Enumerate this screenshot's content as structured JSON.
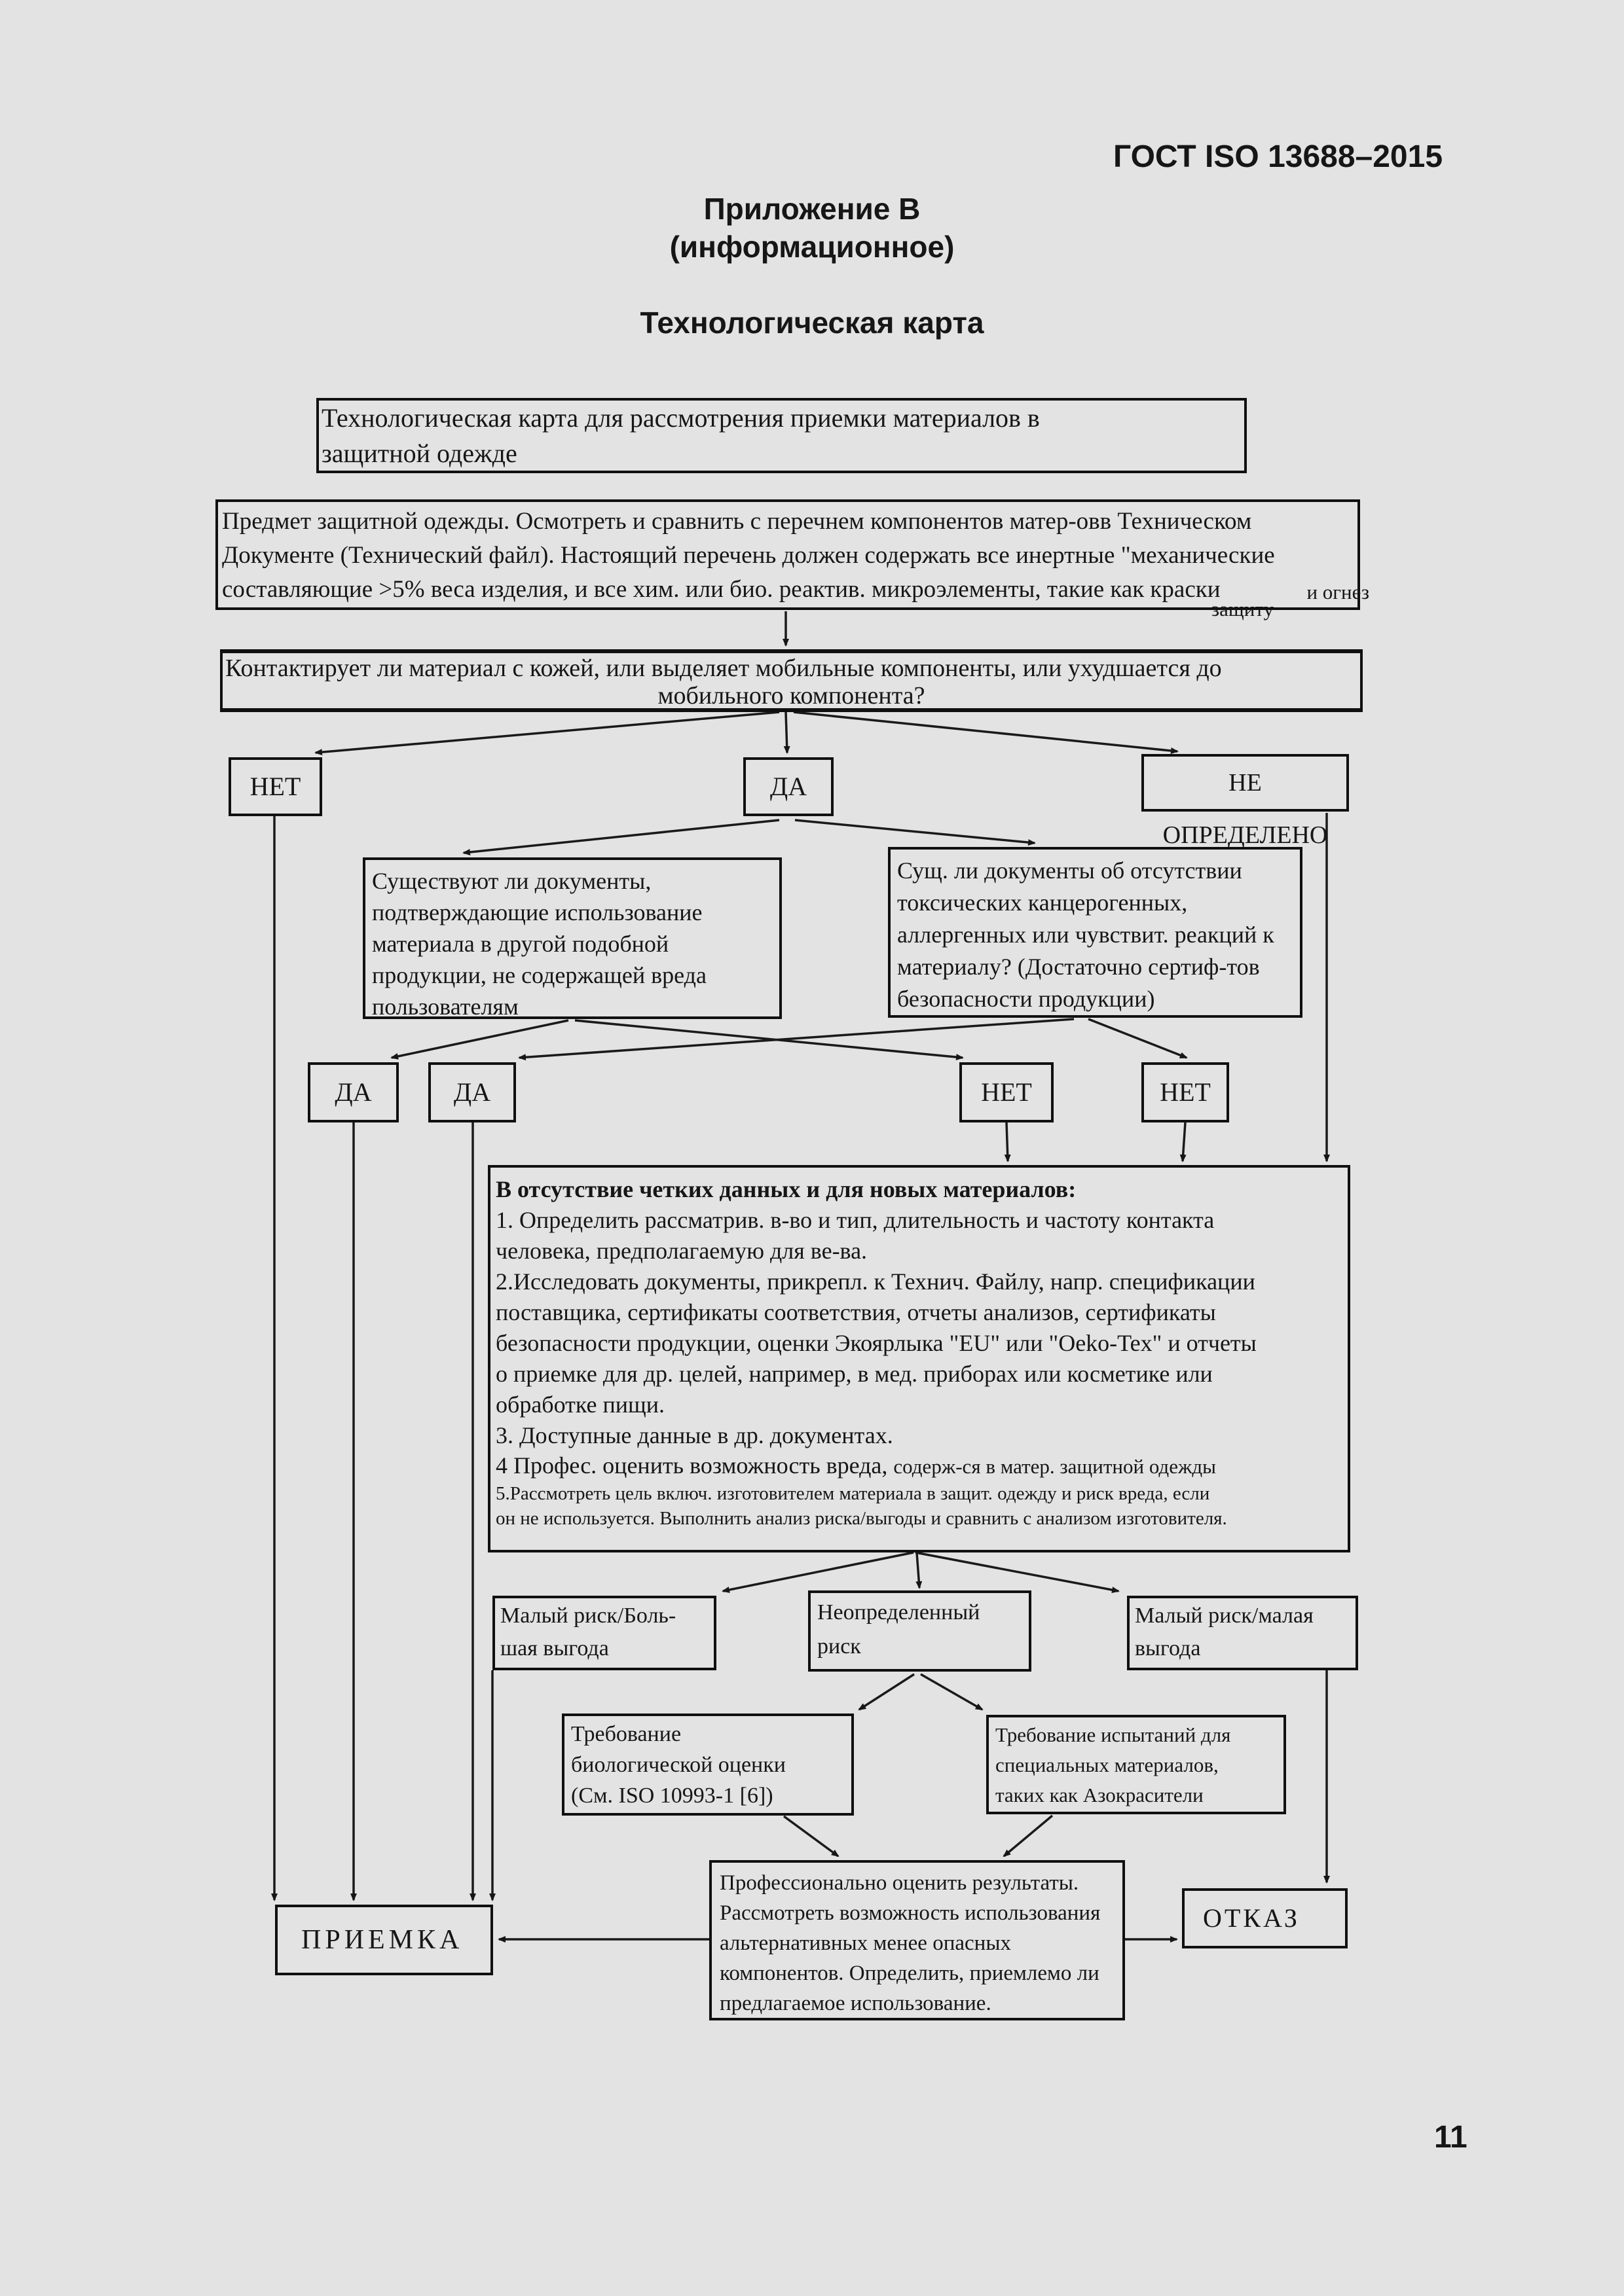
{
  "page": {
    "number": "11",
    "colors": {
      "background": "#e3e3e3",
      "ink": "#161616"
    }
  },
  "header": {
    "standard": "ГОСТ ISO 13688–2015",
    "annex_title": "Приложение В",
    "annex_type": "(информационное)",
    "section_title": "Технологическая карта"
  },
  "flowchart": {
    "title_box": {
      "lines": [
        "Технологическая карта для рассмотрения приемки материалов в",
        "защитной одежде"
      ]
    },
    "scope_box": {
      "lines": [
        "Предмет защитной одежды. Осмотреть и сравнить с перечнем  компонентов матер-овв Техническом",
        "Документе (Технический файл). Настоящий перечень должен содержать все инертные \"механические",
        "составляющие >5% веса изделия, и все хим. или био. реактив. микроэлементы, такие как краски"
      ],
      "overflow_top": "и огнез",
      "overflow_bottom": "защиту"
    },
    "contact_question": {
      "line1": "Контактирует ли материал с кожей, или выделяет мобильные компоненты, или ухудшается до",
      "line2": "мобильного компонента?"
    },
    "answers_row1": {
      "no": "НЕТ",
      "yes": "ДА",
      "undetermined": "НЕ ОПРЕДЕЛЕНО"
    },
    "docs_similar_products_question": {
      "lines": [
        "Существуют ли документы,",
        "подтверждающие использование",
        "материала в другой подобной",
        "продукции, не содержащей вреда",
        "пользователям"
      ]
    },
    "docs_no_toxicity_question": {
      "lines": [
        "Сущ. ли документы об отсутствии",
        "токсических канцерогенных,",
        "аллергенных или чувствит. реакций  к",
        "материалу? (Достаточно сертиф-тов",
        "безопасности продукции)"
      ]
    },
    "answers_row2": {
      "yes1": "ДА",
      "yes2": "ДА",
      "no1": "НЕТ",
      "no2": "НЕТ"
    },
    "no_data_box": {
      "title": "В отсутствие четких данных и для новых материалов:",
      "lines": [
        "1. Определить рассматрив. в-во и тип, длительность и частоту контакта",
        "человека, предполагаемую для ве-ва.",
        "2.Исследовать документы, прикрепл. к Технич. Файлу, напр. спецификации",
        "поставщика, сертификаты соответствия, отчеты анализов, сертификаты",
        "безопасности продукции, оценки Экоярлыка \"EU\" или \"Oeko-Tex\" и отчеты",
        "о приемке для др. целей, например, в мед. приборах или косметике или",
        "обработке пищи.",
        "3. Доступные данные в др. документах."
      ],
      "item4_normal": "4 Профес. оценить возможность вреда,",
      "item4_small": "содерж-ся в матер. защитной одежды",
      "small_lines": [
        "5.Рассмотреть цель включ. изготовителем материала в защит. одежду и риск вреда, если",
        "он не используется. Выполнить анализ риска/выгоды и сравнить с анализом изготовителя."
      ]
    },
    "risk_low_high_benefit": {
      "lines": [
        "Малый риск/Боль-",
        "шая выгода"
      ]
    },
    "risk_undetermined": {
      "lines": [
        "Неопределенный",
        "риск"
      ]
    },
    "risk_low_low_benefit": {
      "lines": [
        "Малый риск/малая",
        "выгода"
      ]
    },
    "bio_eval_box": {
      "lines": [
        "Требование",
        "биологической оценки",
        "(См. ISO 10993-1 [6])"
      ]
    },
    "special_test_box": {
      "lines": [
        "Требование испытаний для",
        "специальных материалов,",
        "таких как Азокрасители"
      ]
    },
    "final_eval_box": {
      "lines": [
        "Профессионально оценить результаты.",
        "Рассмотреть возможность использования",
        "альтернативных менее опасных",
        "компонентов. Определить, приемлемо ли",
        "предлагаемое использование."
      ]
    },
    "accept_box": {
      "label": "ПРИЕМКА"
    },
    "reject_box": {
      "label": "ОТКАЗ"
    }
  }
}
